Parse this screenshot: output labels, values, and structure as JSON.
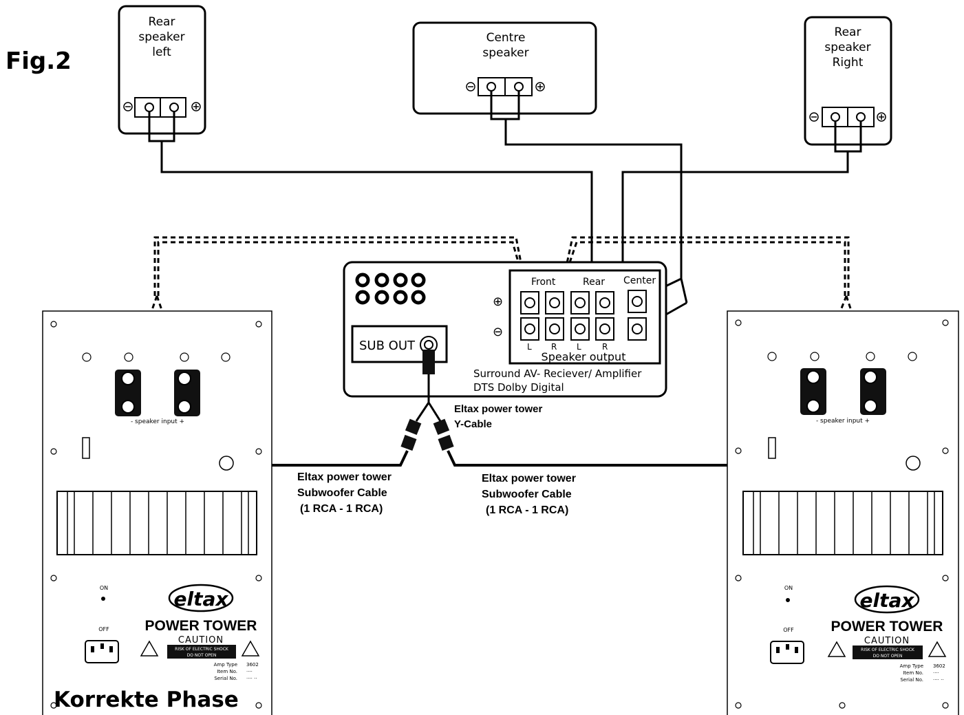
{
  "figure_label": "Fig.2",
  "caption": "Korrekte Phase",
  "speakers": {
    "rear_left": [
      "Rear",
      "speaker",
      "left"
    ],
    "centre": [
      "Centre",
      "speaker"
    ],
    "rear_right": [
      "Rear",
      "speaker",
      "Right"
    ]
  },
  "receiver": {
    "sub_out": "SUB OUT",
    "group_front": "Front",
    "group_rear": "Rear",
    "group_center": "Center",
    "plus_symbol": "⊕",
    "minus_symbol": "⊖",
    "ch_l": "L",
    "ch_r": "R",
    "speaker_output": "Speaker output",
    "line1": "Surround AV- Reciever/ Amplifier",
    "line2": "DTS Dolby Digital"
  },
  "cables": {
    "y_cable": [
      "Eltax power tower",
      "Y-Cable"
    ],
    "sub_cable_left": [
      "Eltax power tower",
      "Subwoofer Cable",
      "(1 RCA - 1 RCA)"
    ],
    "sub_cable_right": [
      "Eltax power tower",
      "Subwoofer Cable",
      "(1 RCA - 1 RCA)"
    ]
  },
  "tower": {
    "speaker_input": "- speaker input +",
    "on": "ON",
    "off": "OFF",
    "logo": "eltax",
    "model": "POWER TOWER",
    "caution": "CAUTION",
    "shock1": "RISK OF ELECTRIC SHOCK",
    "shock2": "DO NOT OPEN",
    "spec_labels": [
      "Amp Type",
      "Item No.",
      "Serial No."
    ],
    "spec_values": [
      "3602",
      "····",
      "···· ··"
    ]
  },
  "colors": {
    "line": "#000000",
    "panel": "#ffffff",
    "jack": "#111111"
  }
}
